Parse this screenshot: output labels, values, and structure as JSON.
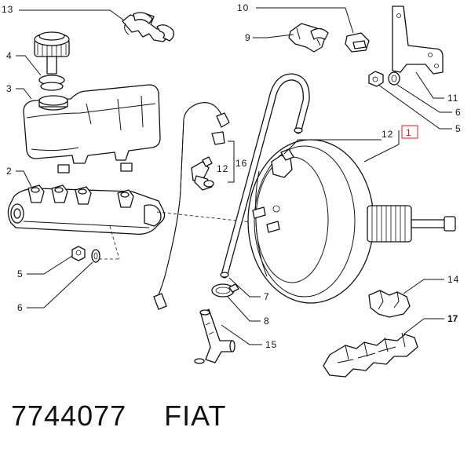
{
  "labels": {
    "p1": "1",
    "p2": "2",
    "p3": "3",
    "p4": "4",
    "p5a": "5",
    "p5b": "5",
    "p6a": "6",
    "p6b": "6",
    "p7": "7",
    "p8": "8",
    "p9": "9",
    "p10": "10",
    "p11": "11",
    "p12a": "12",
    "p12b": "12",
    "p13": "13",
    "p14": "14",
    "p15": "15",
    "p16": "16",
    "p17": "17"
  },
  "footer": {
    "part_number": "7744077",
    "brand": "FIAT"
  },
  "colors": {
    "ink": "#111111",
    "highlight_box": "#cc2222"
  }
}
